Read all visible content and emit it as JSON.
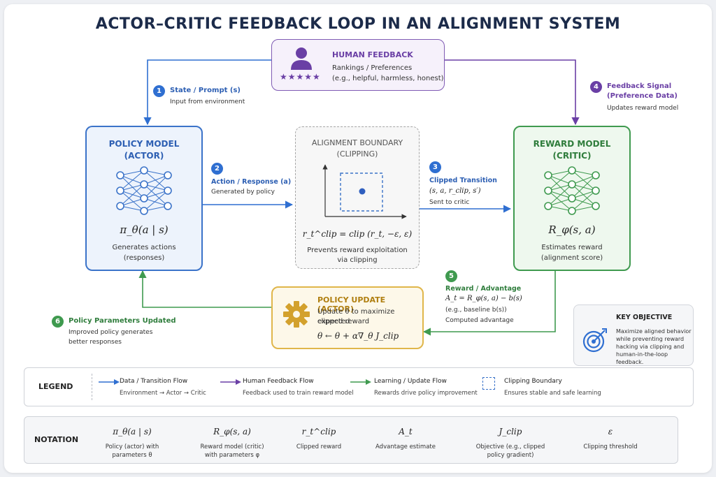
{
  "title": "ACTOR–CRITIC FEEDBACK LOOP IN AN ALIGNMENT SYSTEM",
  "human_feedback": {
    "title": "HUMAN FEEDBACK",
    "line1": "Rankings / Preferences",
    "line2": "(e.g., helpful, harmless, honest)",
    "stars": "★★★★★"
  },
  "policy_model": {
    "title1": "POLICY MODEL",
    "title2": "(ACTOR)",
    "formula": "π_θ(a | s)",
    "desc1": "Generates actions",
    "desc2": "(responses)"
  },
  "alignment_boundary": {
    "title1": "ALIGNMENT BOUNDARY",
    "title2": "(CLIPPING)",
    "formula": "r_t^clip = clip (r_t, −ε, ε)",
    "desc1": "Prevents reward exploitation",
    "desc2": "via clipping"
  },
  "reward_model": {
    "title1": "REWARD MODEL",
    "title2": "(CRITIC)",
    "formula": "R_φ(s, a)",
    "desc1": "Estimates reward",
    "desc2": "(alignment score)"
  },
  "policy_update": {
    "title": "POLICY UPDATE (ACTOR)",
    "line1": "Update θ to maximize expected",
    "line2": "clipped reward",
    "formula": "θ ← θ + α∇_θ J_clip"
  },
  "steps": [
    {
      "num": "1",
      "title": "State / Prompt (s)",
      "desc": "Input from environment"
    },
    {
      "num": "2",
      "title": "Action / Response (a)",
      "desc": "Generated by policy"
    },
    {
      "num": "3",
      "title": "Clipped Transition",
      "formula": "(s, a, r_clip, s′)",
      "desc": "Sent to critic"
    },
    {
      "num": "4",
      "title": "Feedback Signal",
      "title2": "(Preference Data)",
      "desc": "Updates reward model"
    },
    {
      "num": "5",
      "title": "Reward / Advantage",
      "formula": "A_t = R_φ(s, a) − b(s)",
      "desc1": "(e.g., baseline b(s))",
      "desc2": "Computed advantage"
    },
    {
      "num": "6",
      "title": "Policy Parameters Updated",
      "desc1": "Improved policy generates",
      "desc2": "better responses"
    }
  ],
  "key_objective": {
    "title": "KEY OBJECTIVE",
    "line1": "Maximize aligned behavior",
    "line2": "while preventing reward",
    "line3": "hacking via clipping and",
    "line4": "human-in-the-loop feedback."
  },
  "legend": {
    "label": "LEGEND",
    "items": [
      {
        "title": "Data / Transition Flow",
        "desc": "Environment → Actor → Critic",
        "color": "#2f6fd1"
      },
      {
        "title": "Human Feedback Flow",
        "desc": "Feedback used to train reward model",
        "color": "#6a3fa5"
      },
      {
        "title": "Learning / Update Flow",
        "desc": "Rewards drive policy improvement",
        "color": "#3f9a4f"
      },
      {
        "title": "Clipping Boundary",
        "desc": "Ensures stable and safe learning",
        "color": "#3b73c9"
      }
    ]
  },
  "notation": {
    "label": "NOTATION",
    "items": [
      {
        "symbol": "π_θ(a | s)",
        "desc1": "Policy (actor) with",
        "desc2": "parameters θ"
      },
      {
        "symbol": "R_φ(s, a)",
        "desc1": "Reward model (critic)",
        "desc2": "with parameters φ"
      },
      {
        "symbol": "r_t^clip",
        "desc1": "Clipped reward",
        "desc2": ""
      },
      {
        "symbol": "A_t",
        "desc1": "Advantage estimate",
        "desc2": ""
      },
      {
        "symbol": "J_clip",
        "desc1": "Objective (e.g., clipped",
        "desc2": "policy gradient)"
      },
      {
        "symbol": "ε",
        "desc1": "Clipping threshold",
        "desc2": ""
      }
    ]
  },
  "colors": {
    "blue": "#2f6fd1",
    "purple": "#6a3fa5",
    "green": "#3f9a4f",
    "gold": "#e0b64a",
    "title": "#1c2b4a"
  }
}
